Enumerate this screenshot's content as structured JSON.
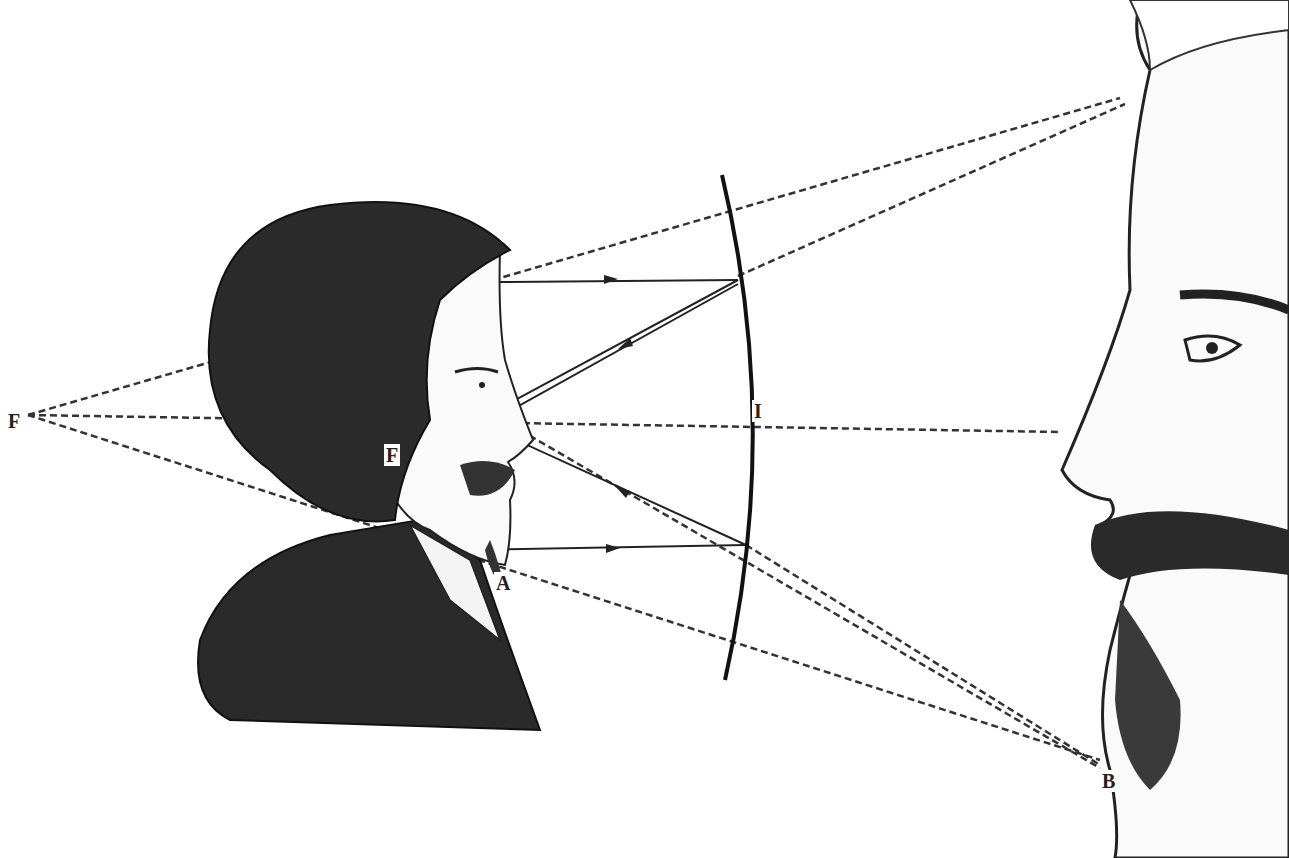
{
  "diagram": {
    "labels": [
      "F",
      "F",
      "I",
      "A",
      "B"
    ]
  }
}
